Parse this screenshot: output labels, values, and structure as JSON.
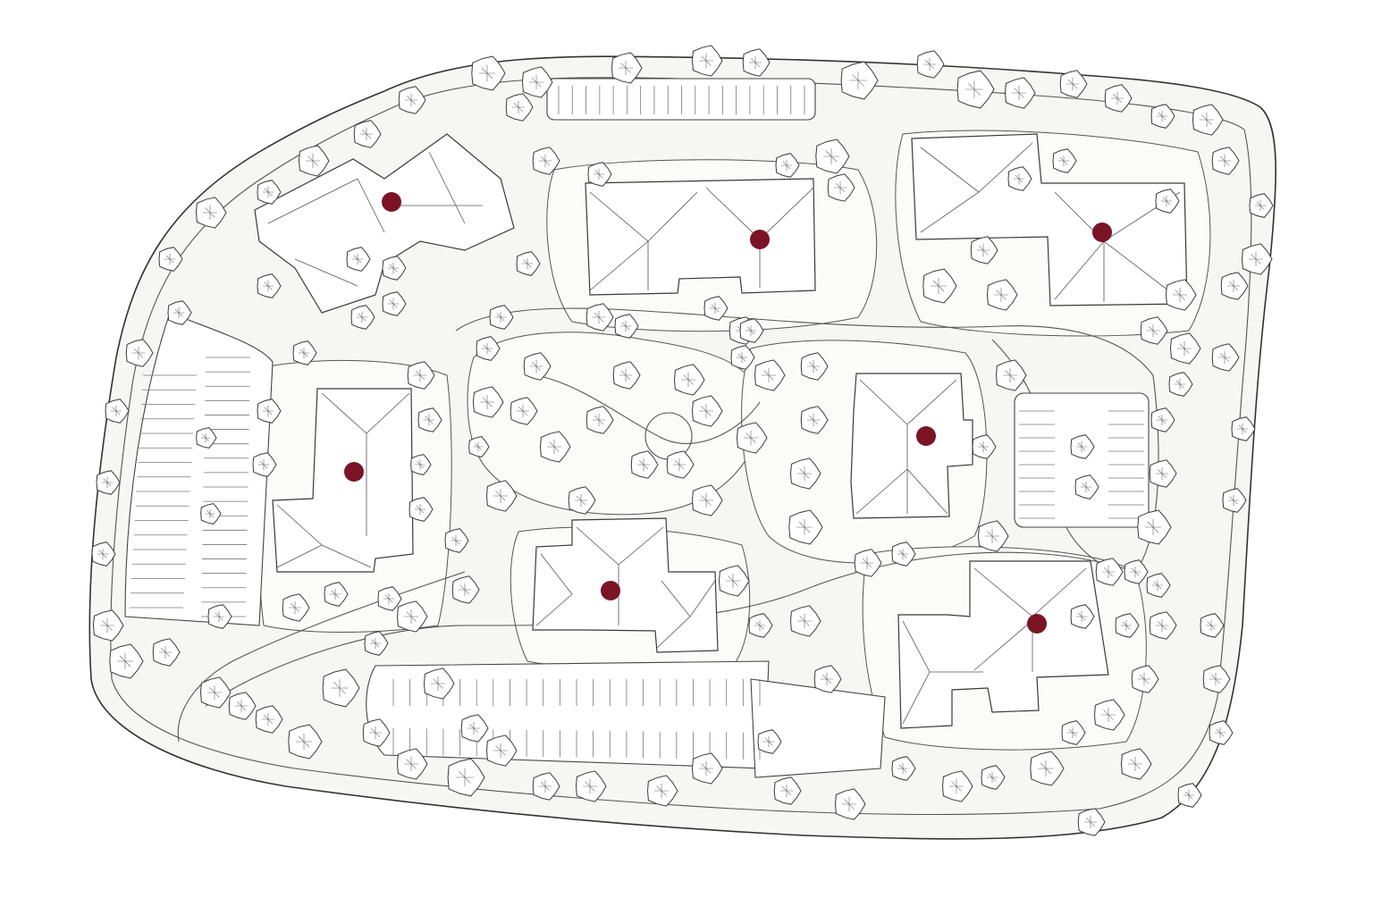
{
  "map": {
    "type": "site-plan",
    "style": "pen-and-ink architectural drawing",
    "colors": {
      "marker": "#7b1425",
      "linework": "#3a3a3a",
      "ground": "#f6f6f4"
    },
    "markers": [
      {
        "id": "northwest-lodge"
      },
      {
        "id": "north-center-building"
      },
      {
        "id": "northeast-building"
      },
      {
        "id": "west-building"
      },
      {
        "id": "east-center-building"
      },
      {
        "id": "south-center-building"
      },
      {
        "id": "southeast-building"
      }
    ]
  }
}
